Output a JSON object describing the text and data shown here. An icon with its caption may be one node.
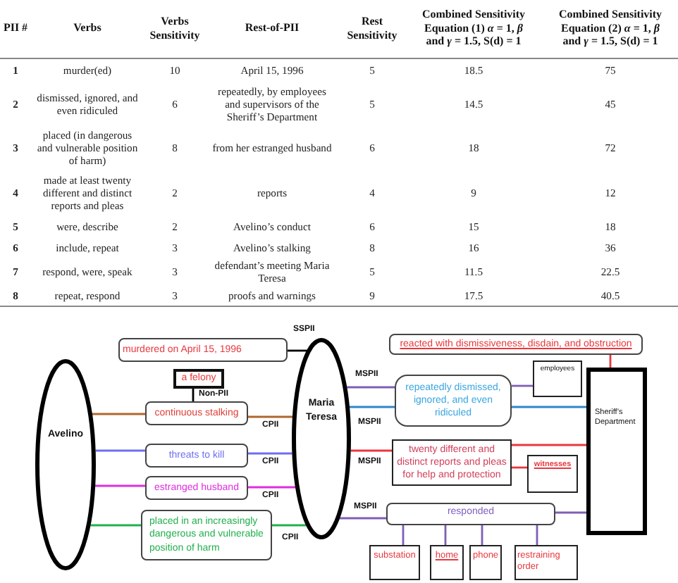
{
  "diagram": {
    "nodes": [
      {
        "text": [
          "Avelino"
        ]
      },
      {
        "text": [
          "Maria Teresa"
        ]
      },
      {
        "text": [
          "murdered on April 15, 1996"
        ]
      },
      {
        "text": [
          "a felony"
        ]
      },
      {
        "text": [
          "continuous stalking"
        ]
      },
      {
        "text": [
          "threats to kill"
        ]
      },
      {
        "text": [
          "estranged husband"
        ]
      },
      {
        "text": [
          "placed in an increasingly dangerous and vulnerable position of harm"
        ]
      },
      {
        "text": [
          "reacted with dismissiveness, disdain, and obstruction"
        ]
      },
      {
        "text": [
          "employees"
        ]
      },
      {
        "text": [
          "Sheriff’s Department"
        ]
      },
      {
        "text": [
          "repeatedly dismissed, ignored, and even ridiculed"
        ]
      },
      {
        "text": [
          "twenty different and distinct reports and pleas for help and protection"
        ]
      },
      {
        "text": [
          "witnesses"
        ]
      },
      {
        "text": [
          "responded"
        ]
      },
      {
        "text": [
          "substation"
        ]
      },
      {
        "text": [
          "home"
        ]
      },
      {
        "text": [
          "phone"
        ]
      },
      {
        "text": [
          "restraining order"
        ]
      }
    ],
    "edges": [
      {
        "from": 2,
        "to": 1,
        "arrow": "none",
        "label": "SSPII",
        "color": "#000000"
      },
      {
        "from": 3,
        "to": 4,
        "arrow": "none",
        "label": "Non-PII",
        "color": "#000000"
      },
      {
        "from": 0,
        "to": 4,
        "arrow": "none",
        "color": "#b0672c"
      },
      {
        "from": 4,
        "to": 1,
        "arrow": "none",
        "label": "CPII",
        "color": "#b0672c"
      },
      {
        "from": 0,
        "to": 5,
        "arrow": "none",
        "color": "#6f6ff0"
      },
      {
        "from": 5,
        "to": 1,
        "arrow": "none",
        "label": "CPII",
        "color": "#6f6ff0"
      },
      {
        "from": 0,
        "to": 6,
        "arrow": "none",
        "color": "#e02ee0"
      },
      {
        "from": 6,
        "to": 1,
        "arrow": "none",
        "label": "CPII",
        "color": "#e02ee0"
      },
      {
        "from": 0,
        "to": 7,
        "arrow": "none",
        "color": "#22b04e"
      },
      {
        "from": 7,
        "to": 1,
        "arrow": "none",
        "label": "CPII",
        "color": "#22b04e"
      },
      {
        "from": 8,
        "to": 10,
        "arrow": "none",
        "color": "#e8383d"
      },
      {
        "from": 1,
        "to": 11,
        "arrow": "none",
        "label": "MSPII"
      },
      {
        "from": 11,
        "to": 9,
        "arrow": "none"
      },
      {
        "from": 1,
        "to": 11,
        "arrow": "none",
        "label": "MSPII",
        "color": "#2e86c8"
      },
      {
        "from": 11,
        "to": 10,
        "arrow": "none",
        "color": "#2e86c8"
      },
      {
        "from": 1,
        "to": 12,
        "arrow": "none",
        "label": "MSPII",
        "color": "#e8383d"
      },
      {
        "from": 12,
        "to": 10,
        "arrow": "none",
        "color": "#e8383d"
      },
      {
        "from": 12,
        "to": 13,
        "arrow": "none",
        "color": "#e8383d"
      },
      {
        "from": 1,
        "to": 14,
        "arrow": "none",
        "label": "MSPII"
      },
      {
        "from": 14,
        "to": 10,
        "arrow": "none"
      },
      {
        "from": 14,
        "to": 15,
        "arrow": "none"
      },
      {
        "from": 14,
        "to": 16,
        "arrow": "none"
      },
      {
        "from": 14,
        "to": 17,
        "arrow": "none"
      },
      {
        "from": 14,
        "to": 18,
        "arrow": "none"
      }
    ],
    "labels": [
      "PII #",
      "Verbs",
      "Verbs Sensitivity",
      "Rest-of-PII",
      "Rest Sensitivity",
      "Combined Sensitivity Equation (1) *α* = 1, *β* and *γ* = 1.5, S(d) = 1",
      "Combined Sensitivity Equation (2) *α* = 1, *β* and *γ* = 1.5, S(d) = 1",
      "1",
      "murder(ed)",
      "10",
      "April 15, 1996",
      "5",
      "18.5",
      "75",
      "2",
      "dismissed, ignored, and even ridiculed",
      "6",
      "repeatedly, by employees and supervisors of the Sheriff’s Department",
      "5",
      "14.5",
      "45",
      "3",
      "placed (in dangerous and vulnerable position of harm)",
      "8",
      "from her estranged husband",
      "6",
      "18",
      "72",
      "4",
      "made at least twenty different and distinct reports and pleas",
      "2",
      "reports",
      "4",
      "9",
      "12",
      "5",
      "were, describe",
      "2",
      "Avelino’s conduct",
      "6",
      "15",
      "18",
      "6",
      "include, repeat",
      "3",
      "Avelino’s stalking",
      "8",
      "16",
      "36",
      "7",
      "respond, were, speak",
      "3",
      "defendant’s meeting Maria Teresa",
      "5",
      "11.5",
      "22.5",
      "8",
      "repeat, respond",
      "3",
      "proofs and warnings",
      "9",
      "17.5",
      "40.5"
    ]
  }
}
